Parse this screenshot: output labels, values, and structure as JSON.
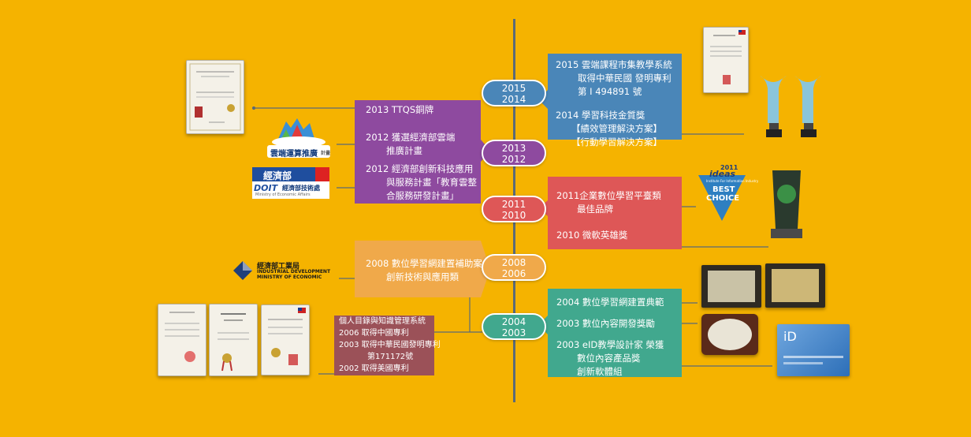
{
  "years": {
    "y2015_2014": [
      "2015",
      "2014"
    ],
    "y2013_2012": [
      "2013",
      "2012"
    ],
    "y2011_2010": [
      "2011",
      "2010"
    ],
    "y2008_2006": [
      "2008",
      "2006"
    ],
    "y2004_2003": [
      "2004",
      "2003"
    ]
  },
  "blocks": {
    "blue": {
      "entry1": [
        "2015 雲端課程市集教學系統",
        "取得中華民國 發明專利",
        "第 I 494891 號"
      ],
      "entry2": [
        "2014 學習科技金質獎",
        "【績效管理解決方案】",
        "【行動學習解決方案】"
      ]
    },
    "purple": {
      "entry1": "2013 TTQS銅牌",
      "entry2": [
        "2012 獲選經濟部雲端",
        "推廣計畫"
      ],
      "entry3": [
        "2012 經濟部創新科技應用",
        "與服務計畫「教育雲整",
        "合服務研發計畫」"
      ]
    },
    "red": {
      "entry1": [
        "2011企業數位學習平臺類",
        "最佳品牌"
      ],
      "entry2": "2010 微軟英雄獎"
    },
    "orange": {
      "entry1": [
        "2008 數位學習網建置補助案",
        "創新技術與應用類"
      ]
    },
    "teal": {
      "entry1": "2004 數位學習網建置典範",
      "entry2": "2003 數位內容開發獎勵",
      "entry3": [
        "2003 eID教學設計家 榮獲",
        "數位內容產品獎",
        "創新軟體組"
      ]
    },
    "maroon": {
      "lines": [
        "個人目錄與知識管理系統",
        "2006 取得中國專利",
        "2003 取得中華民國發明專利",
        "第171172號",
        "2002 取得美國專利"
      ]
    }
  },
  "logos": {
    "cloud": {
      "line1": "雲端運算推廣",
      "line2": "計畫"
    },
    "moea": {
      "name": "經濟部",
      "doit": "DOIT",
      "doit_cn": "經濟部技術處",
      "doit_en": "Ministry of Economic Affairs"
    },
    "idb": {
      "cn": "經濟部工業局",
      "en1": "INDUSTRIAL DEVELOPMENT",
      "en2": "MINISTRY OF ECONOMIC"
    },
    "ideas": {
      "year": "2011",
      "word": "ideas",
      "sub": "Institute For Information Industry",
      "best": "BEST",
      "choice": "CHOICE"
    },
    "eid": {
      "mark": "iD"
    }
  },
  "colors": {
    "background": "#F5B300",
    "blue": "#4A86B8",
    "purple": "#8E4A9F",
    "red": "#DE5757",
    "orange": "#F0A94A",
    "teal": "#41A88E",
    "maroon": "#9B5158",
    "axis": "#5B6A77"
  }
}
